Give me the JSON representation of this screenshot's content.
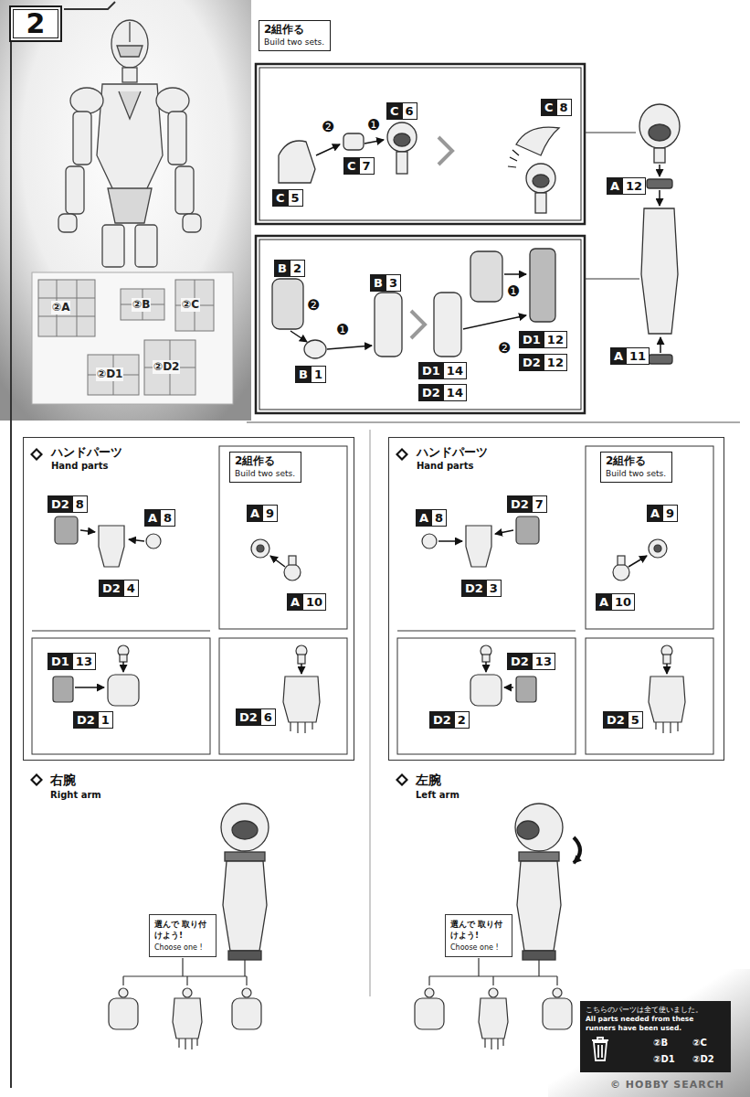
{
  "diagram": {
    "nodes": [
      {
        "text": [
          "2"
        ]
      },
      {
        "text": [
          "2組作る",
          "Build two sets."
        ]
      },
      {
        "text": [
          "ハンドパーツ",
          "Hand parts"
        ]
      },
      {
        "text": [
          "2組作る",
          "Build two sets."
        ],
        "in": 2
      },
      {
        "text": [
          "ハンドパーツ",
          "Hand parts"
        ]
      },
      {
        "text": [
          "2組作る",
          "Build two sets."
        ],
        "in": 4
      },
      {
        "text": [
          "選んで 取り付けよう!",
          "Choose one !"
        ]
      },
      {
        "text": [
          "選んで 取り付けよう!",
          "Choose one !"
        ]
      },
      {
        "text": [
          "こちらのパーツは全て使いました。",
          "All parts needed from these runners have been used."
        ]
      }
    ],
    "labels": [
      "C",
      "6",
      "❶",
      "❷",
      "C",
      "7",
      "C",
      "5",
      "C",
      "8",
      "A",
      "12",
      "A",
      "11",
      "B",
      "2",
      "B",
      "3",
      "❷",
      "❶",
      "B",
      "1",
      "❶",
      "❷",
      "D1",
      "12",
      "D2",
      "12",
      "D1",
      "14",
      "D2",
      "14",
      "②A",
      "②B",
      "②C",
      "②D1",
      "②D2",
      "D2",
      "8",
      "A",
      "8",
      "D2",
      "4",
      "A",
      "9",
      "A",
      "10",
      "D1",
      "13",
      "D2",
      "1",
      "D2",
      "6",
      "右腕",
      "Right arm",
      "A",
      "8",
      "D2",
      "7",
      "D2",
      "3",
      "A",
      "9",
      "A",
      "10",
      "D2",
      "13",
      "D2",
      "2",
      "D2",
      "5",
      "左腕",
      "Left arm",
      "②B",
      "②C",
      "②D1",
      "②D2",
      "© HOBBY SEARCH"
    ]
  }
}
